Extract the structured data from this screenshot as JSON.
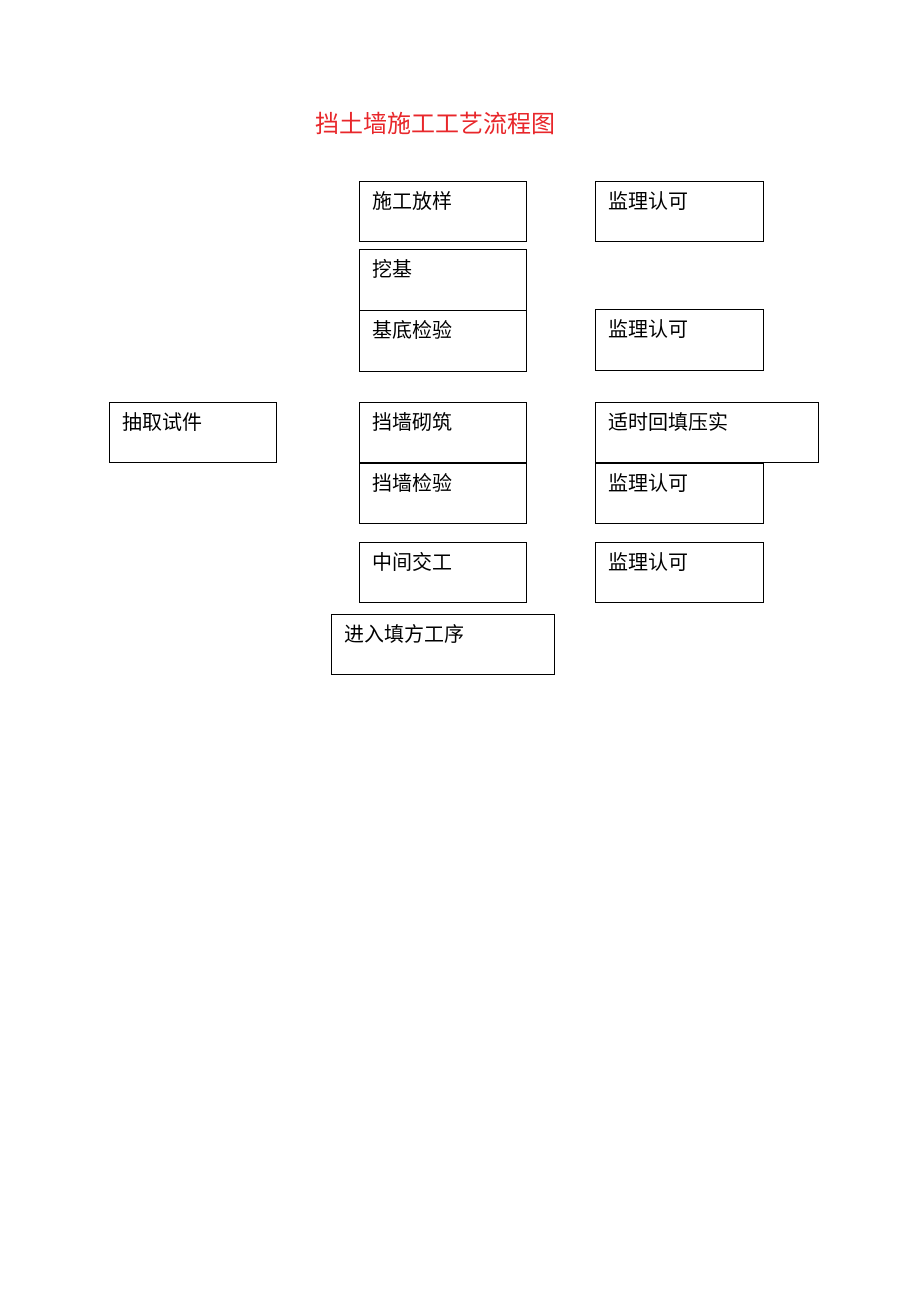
{
  "title": "挡土墙施工工艺流程图",
  "colors": {
    "title": "#e8272b",
    "border": "#000000",
    "text": "#000000",
    "background": "#ffffff"
  },
  "main_flow": [
    "施工放样",
    "挖基",
    "基底检验",
    "挡墙砌筑",
    "挡墙检验",
    "中间交工",
    "进入填方工序"
  ],
  "right_side": [
    "监理认可",
    "监理认可",
    "适时回填压实",
    "监理认可",
    "监理认可"
  ],
  "left_side": [
    "抽取试件"
  ]
}
